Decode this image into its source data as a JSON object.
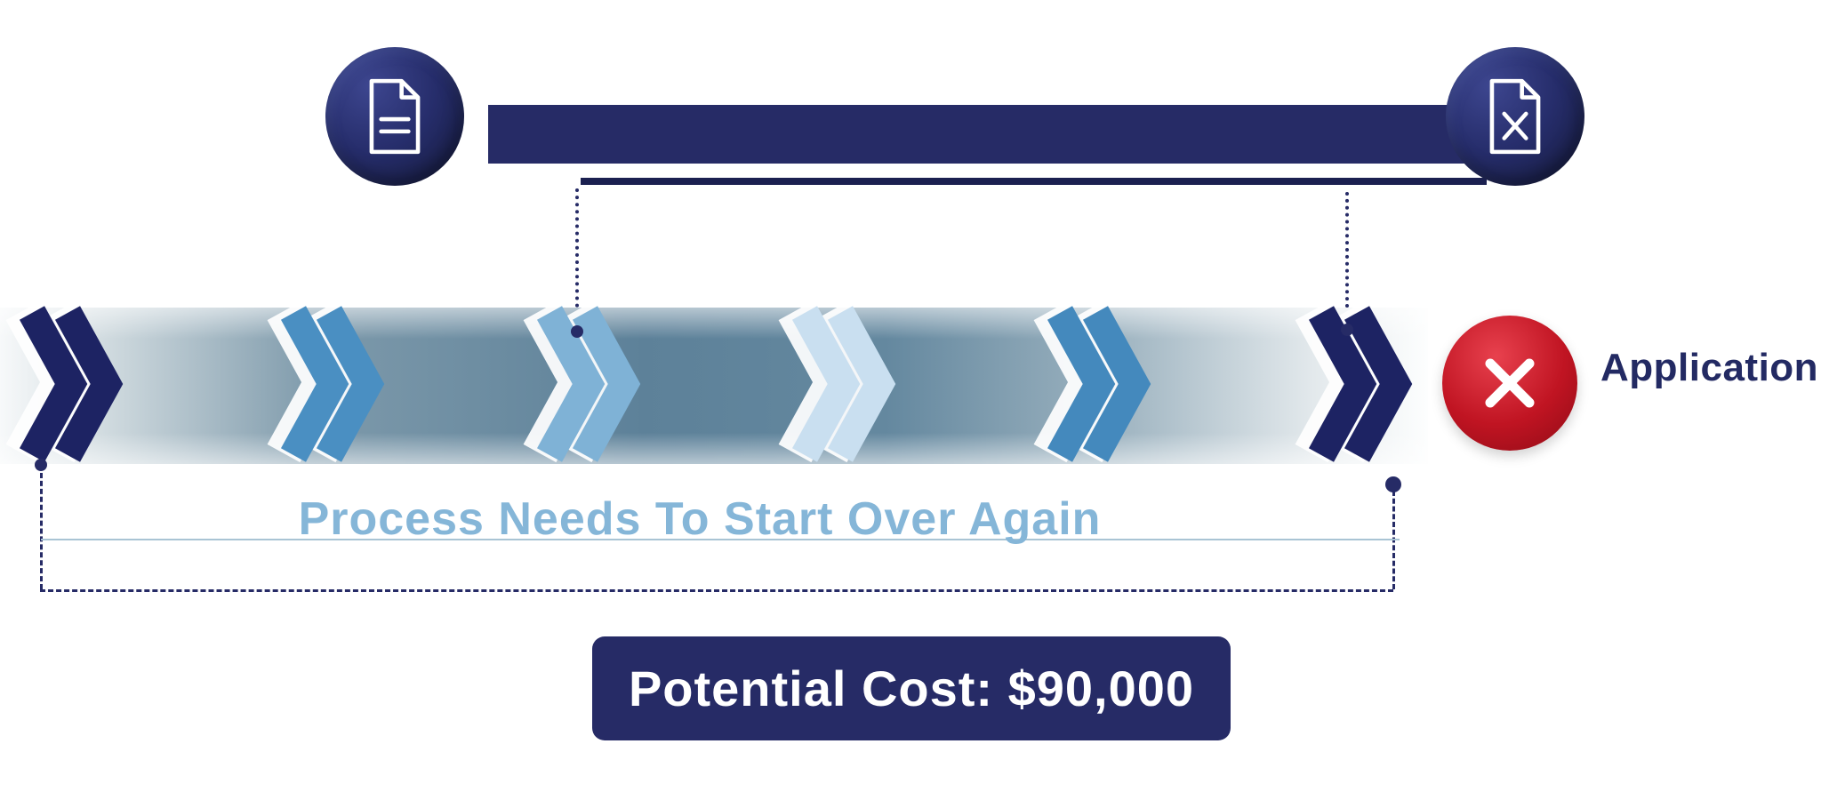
{
  "diagram": {
    "labels": {
      "application": "Application",
      "restart": "Process Needs To Start Over Again",
      "cost": "Potential Cost: $90,000"
    },
    "timeline": {
      "start_icon": "document-icon",
      "end_icon": "document-x-icon"
    },
    "result": {
      "icon": "x-circle-icon",
      "color": "#b5121f"
    },
    "colors": {
      "navy": "#262b66",
      "underline_navy": "#1b2050",
      "band_steel": "#5d8199",
      "restart_text": "#85b6d8",
      "white": "#ffffff"
    },
    "chevrons": [
      {
        "color": "#1d2363"
      },
      {
        "color": "#4a8fc2"
      },
      {
        "color": "#7fb2d6"
      },
      {
        "color": "#c9dff0"
      },
      {
        "color": "#4489bd"
      },
      {
        "color": "#1d2363"
      }
    ]
  }
}
